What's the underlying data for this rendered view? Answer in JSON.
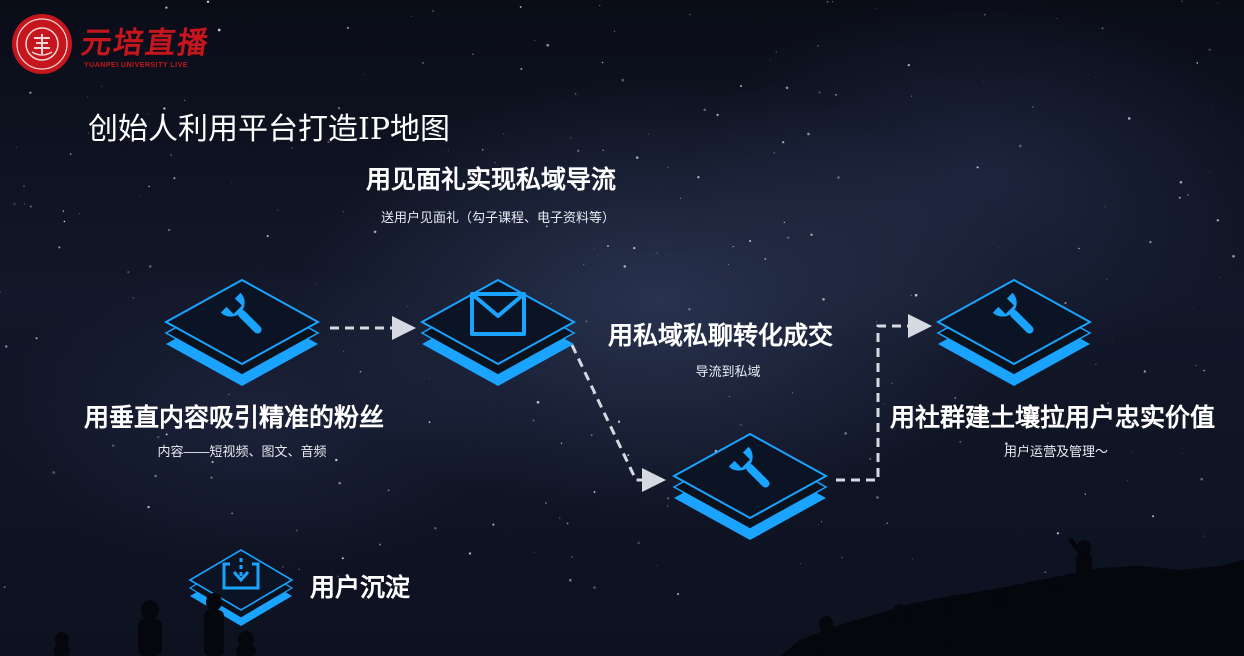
{
  "brand": {
    "name": "元培直播",
    "subtitle": "YUANPEI UNIVERSITY LIVE"
  },
  "page_title": "创始人利用平台打造IP地图",
  "steps": [
    {
      "id": "vertical-content",
      "heading": "用垂直内容吸引精准的粉丝",
      "description": "内容——短视频、图文、音频",
      "icon": "wrench-icon"
    },
    {
      "id": "gift",
      "heading": "用见面礼实现私域导流",
      "description": "送用户见面礼（勾子课程、电子资料等）",
      "icon": "envelope-icon"
    },
    {
      "id": "private-chat",
      "heading": "用私域私聊转化成交",
      "description": "导流到私域",
      "icon": "wrench-icon"
    },
    {
      "id": "community",
      "heading": "用社群建土壤拉用户忠实价值",
      "description": "用户运营及管理～",
      "icon": "wrench-icon"
    },
    {
      "id": "retention",
      "heading": "用户沉淀",
      "description": "",
      "icon": "download-tray-icon"
    }
  ],
  "colors": {
    "accent": "#1aa3ff",
    "tile_top": "#0b1424",
    "arrow": "#d5d9e2",
    "brand": "#c4161c"
  }
}
